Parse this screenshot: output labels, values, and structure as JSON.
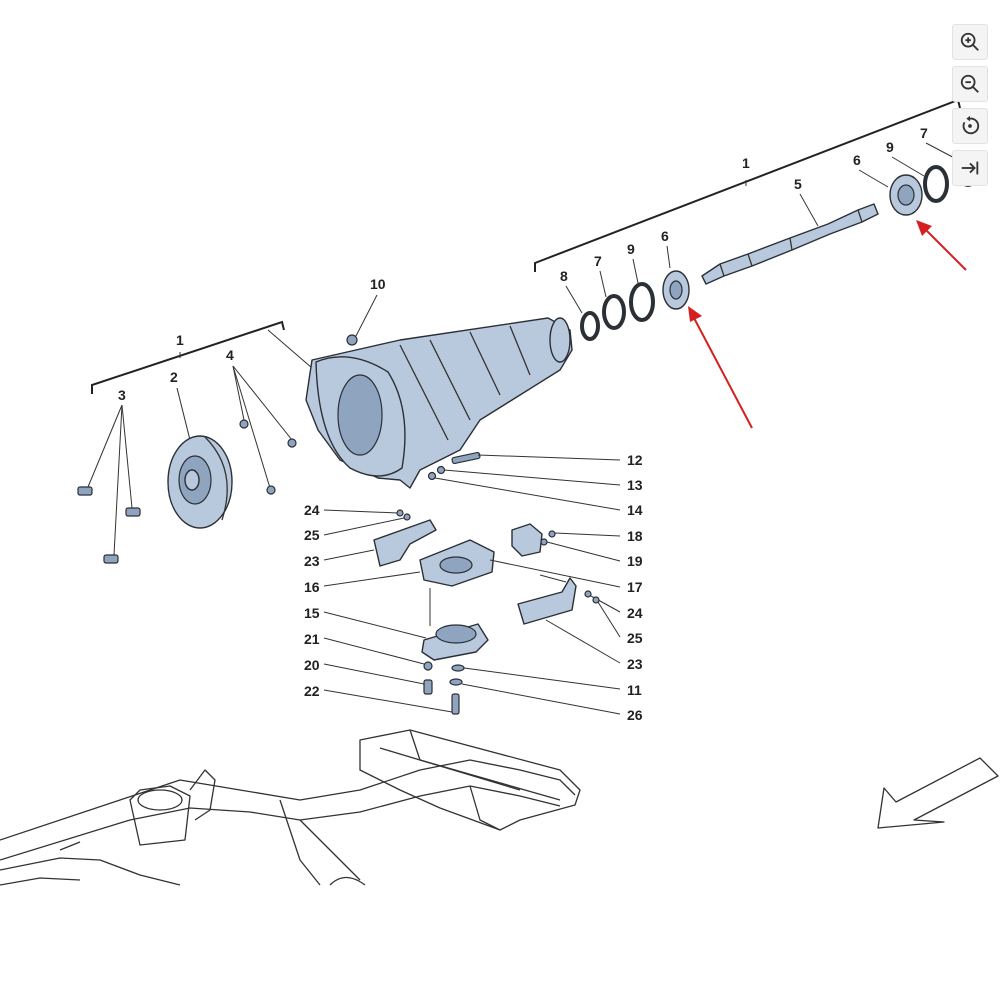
{
  "toolbar": {
    "buttons": [
      {
        "name": "zoom-in",
        "icon": "zoom-in-icon"
      },
      {
        "name": "zoom-out",
        "icon": "zoom-out-icon"
      },
      {
        "name": "rotate",
        "icon": "rotate-icon"
      },
      {
        "name": "next",
        "icon": "arrow-right-bar-icon"
      }
    ]
  },
  "callouts": {
    "c1_left": "1",
    "c2": "2",
    "c3": "3",
    "c4": "4",
    "c10": "10",
    "c1_right": "1",
    "c5": "5",
    "c6_a": "6",
    "c6_b": "6",
    "c7_a": "7",
    "c7_b": "7",
    "c8": "8",
    "c9_a": "9",
    "c9_b": "9",
    "c12": "12",
    "c13": "13",
    "c14": "14",
    "c18": "18",
    "c19": "19",
    "c17": "17",
    "c24_a": "24",
    "c25_a": "25",
    "c23_a": "23",
    "c16": "16",
    "c15": "15",
    "c21": "21",
    "c20": "20",
    "c22": "22",
    "c24_b": "24",
    "c25_b": "25",
    "c23_b": "23",
    "c11": "11",
    "c26": "26"
  },
  "colors": {
    "part_fill": "#b9c9dd",
    "highlight_arrow": "#d42020"
  }
}
